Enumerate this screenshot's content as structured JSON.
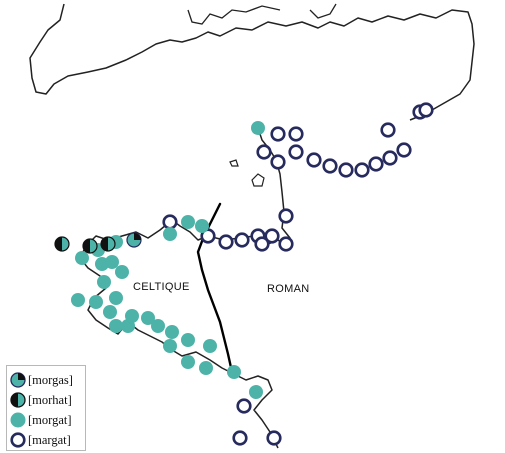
{
  "labels": {
    "celtique": "CELTIQUE",
    "roman": "ROMAN"
  },
  "legend": [
    {
      "label": "[morgas]",
      "symbol": "quarter-black-teal",
      "icon": "circle-quarter-black-icon"
    },
    {
      "label": "[morhat]",
      "symbol": "half-black-teal",
      "icon": "circle-half-black-icon"
    },
    {
      "label": "[morgat]",
      "symbol": "teal-filled",
      "icon": "circle-teal-filled-icon"
    },
    {
      "label": "[margat]",
      "symbol": "navy-ring",
      "icon": "circle-navy-ring-icon"
    }
  ],
  "colors": {
    "teal": "#4db3a8",
    "navy": "#262a5c",
    "black": "#111111",
    "coastline": "#222222",
    "boundary": "#000000"
  }
}
